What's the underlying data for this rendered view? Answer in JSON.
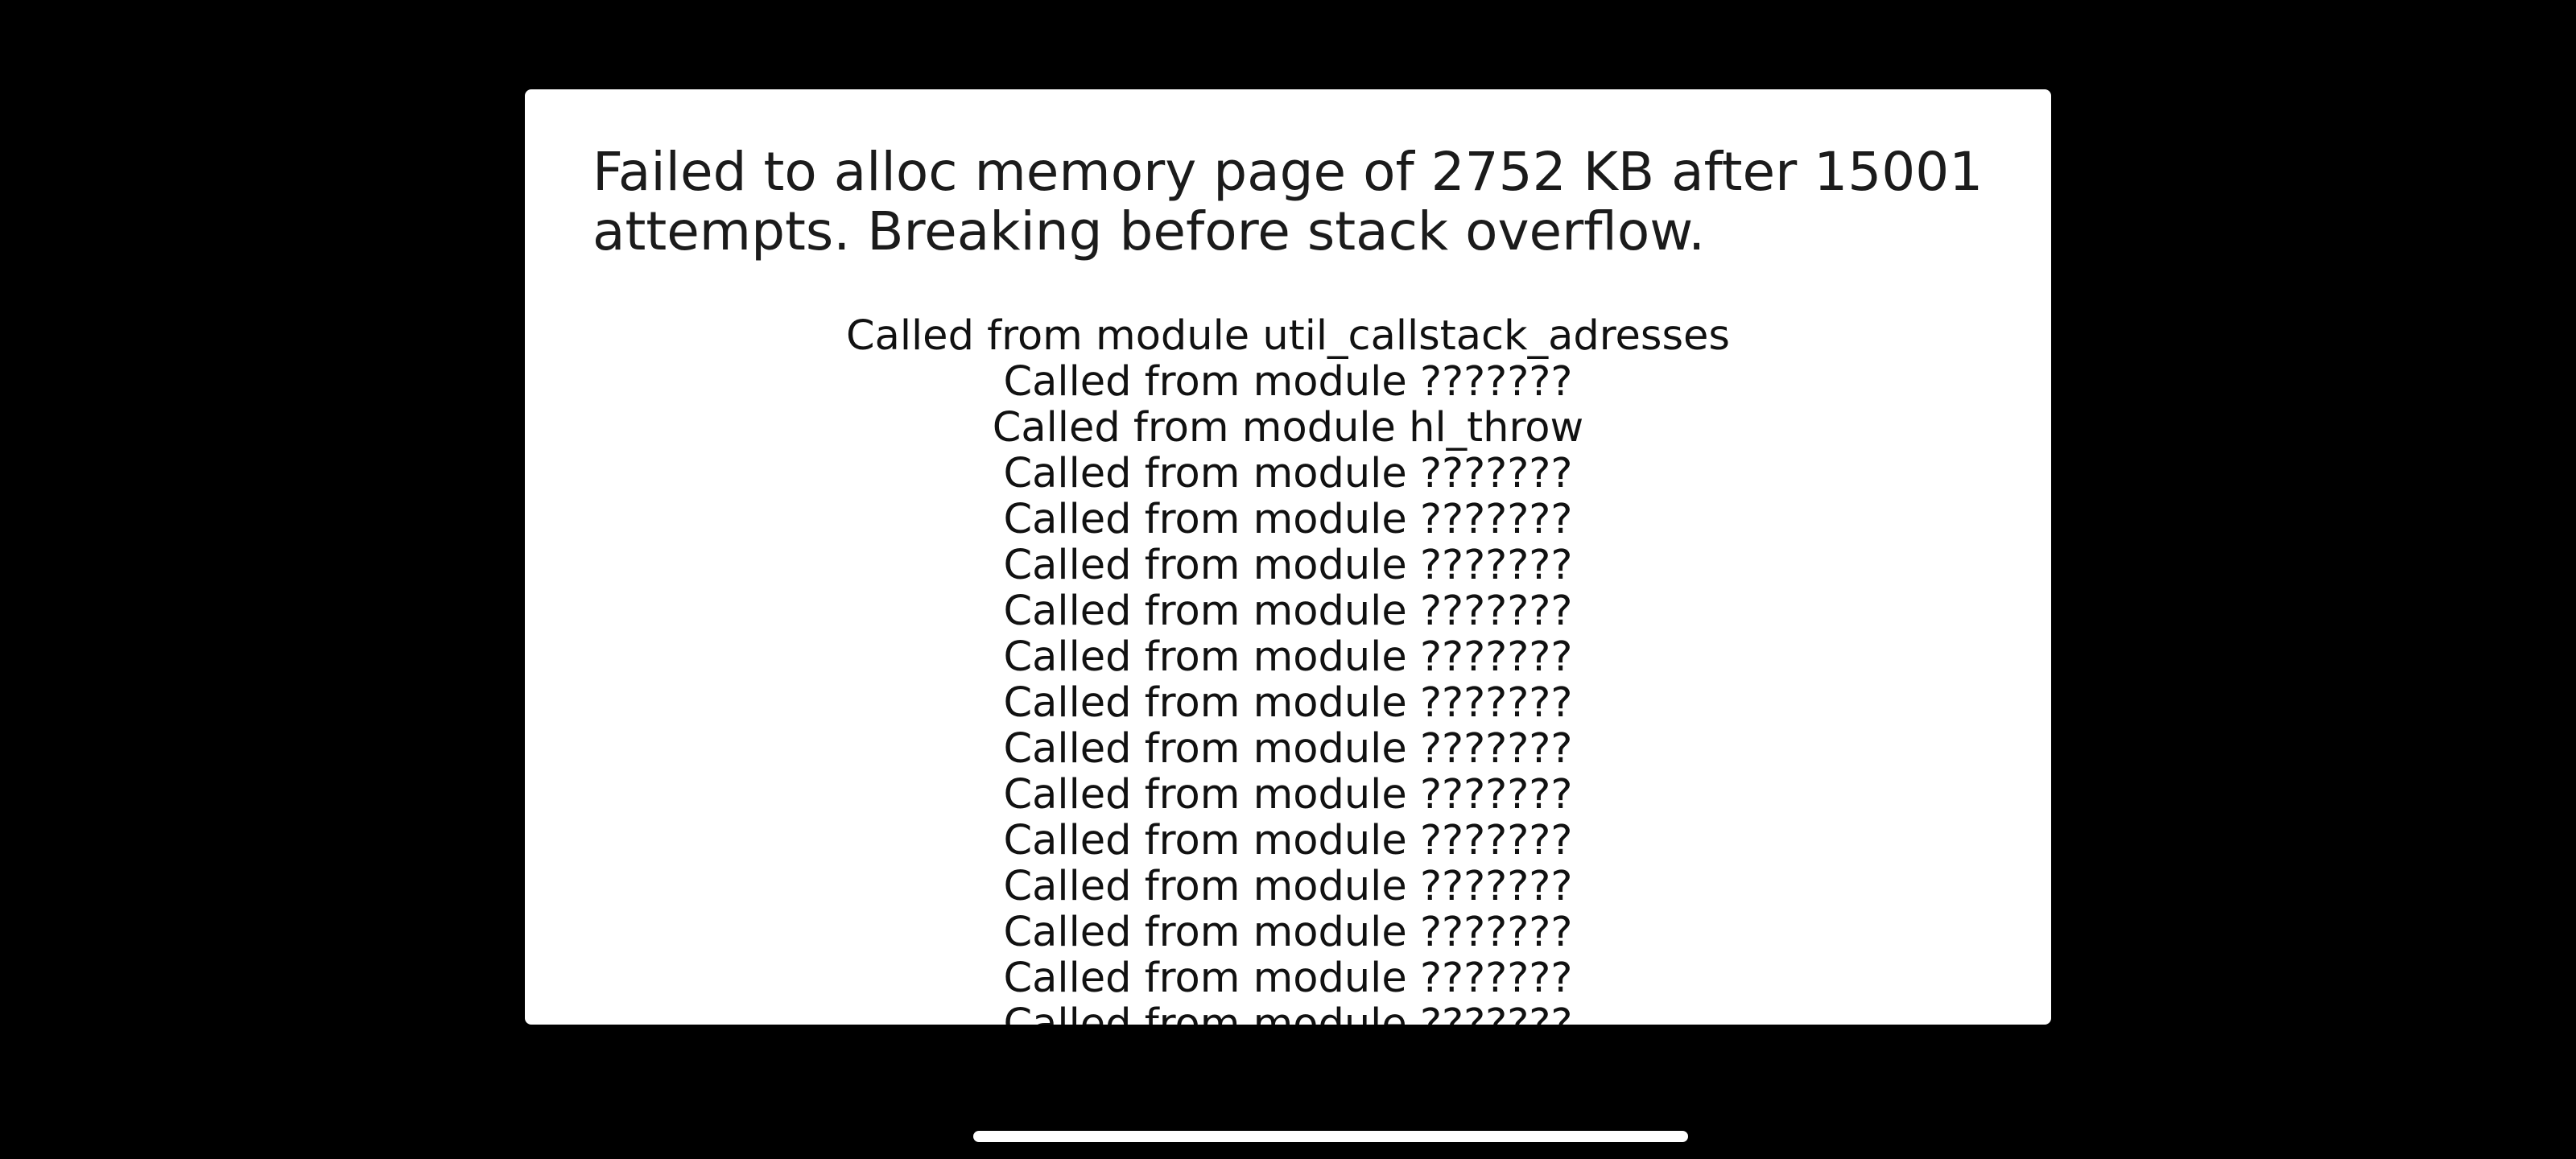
{
  "error_dialog": {
    "message_line_1": "Failed to alloc memory page of 2752 KB after 15001",
    "message_line_2": "attempts. Breaking before stack overflow.",
    "stack_trace": [
      "Called from module util_callstack_adresses",
      "Called from module ???????",
      "Called from module hl_throw",
      "Called from module ???????",
      "Called from module ???????",
      "Called from module ???????",
      "Called from module ???????",
      "Called from module ???????",
      "Called from module ???????",
      "Called from module ???????",
      "Called from module ???????",
      "Called from module ???????",
      "Called from module ???????",
      "Called from module ???????",
      "Called from module ???????",
      "Called from module ???????"
    ]
  },
  "colors": {
    "background": "#000000",
    "dialog_background": "#ffffff",
    "text": "#111111",
    "home_indicator": "#ffffff"
  }
}
